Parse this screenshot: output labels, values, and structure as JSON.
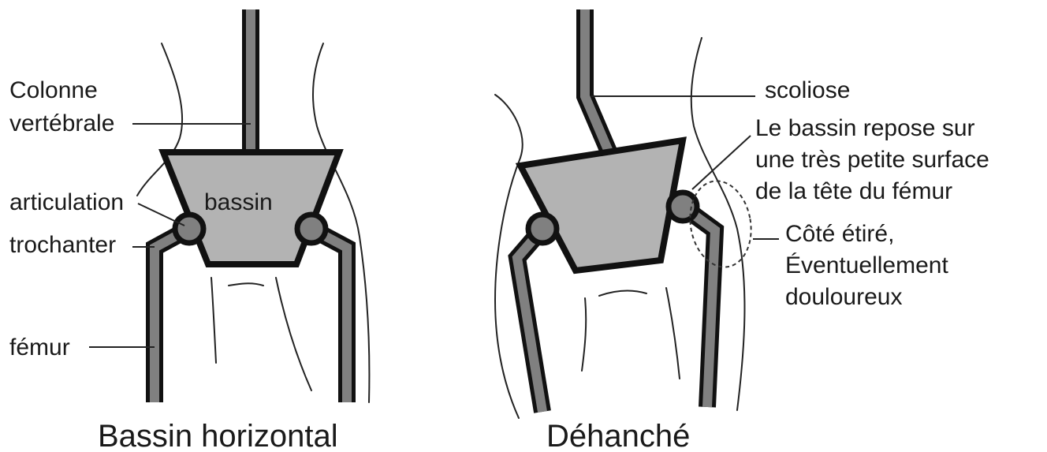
{
  "left": {
    "caption": "Bassin horizontal",
    "labels": {
      "spine_line1": "Colonne",
      "spine_line2": "vertébrale",
      "articulation": "articulation",
      "trochanter": "trochanter",
      "femur": "fémur",
      "pelvis": "bassin"
    }
  },
  "right": {
    "caption": "Déhanché",
    "labels": {
      "scoliosis": "scoliose",
      "contact_line1": "Le bassin repose sur",
      "contact_line2": "une très petite surface",
      "contact_line3": "de la tête du fémur",
      "stretched_line1": "Côté étiré,",
      "stretched_line2": "Éventuellement",
      "stretched_line3": "douloureux"
    }
  },
  "colors": {
    "pelvis_fill": "#b3b3b3",
    "bone_fill": "#808080",
    "outline": "#111111"
  }
}
